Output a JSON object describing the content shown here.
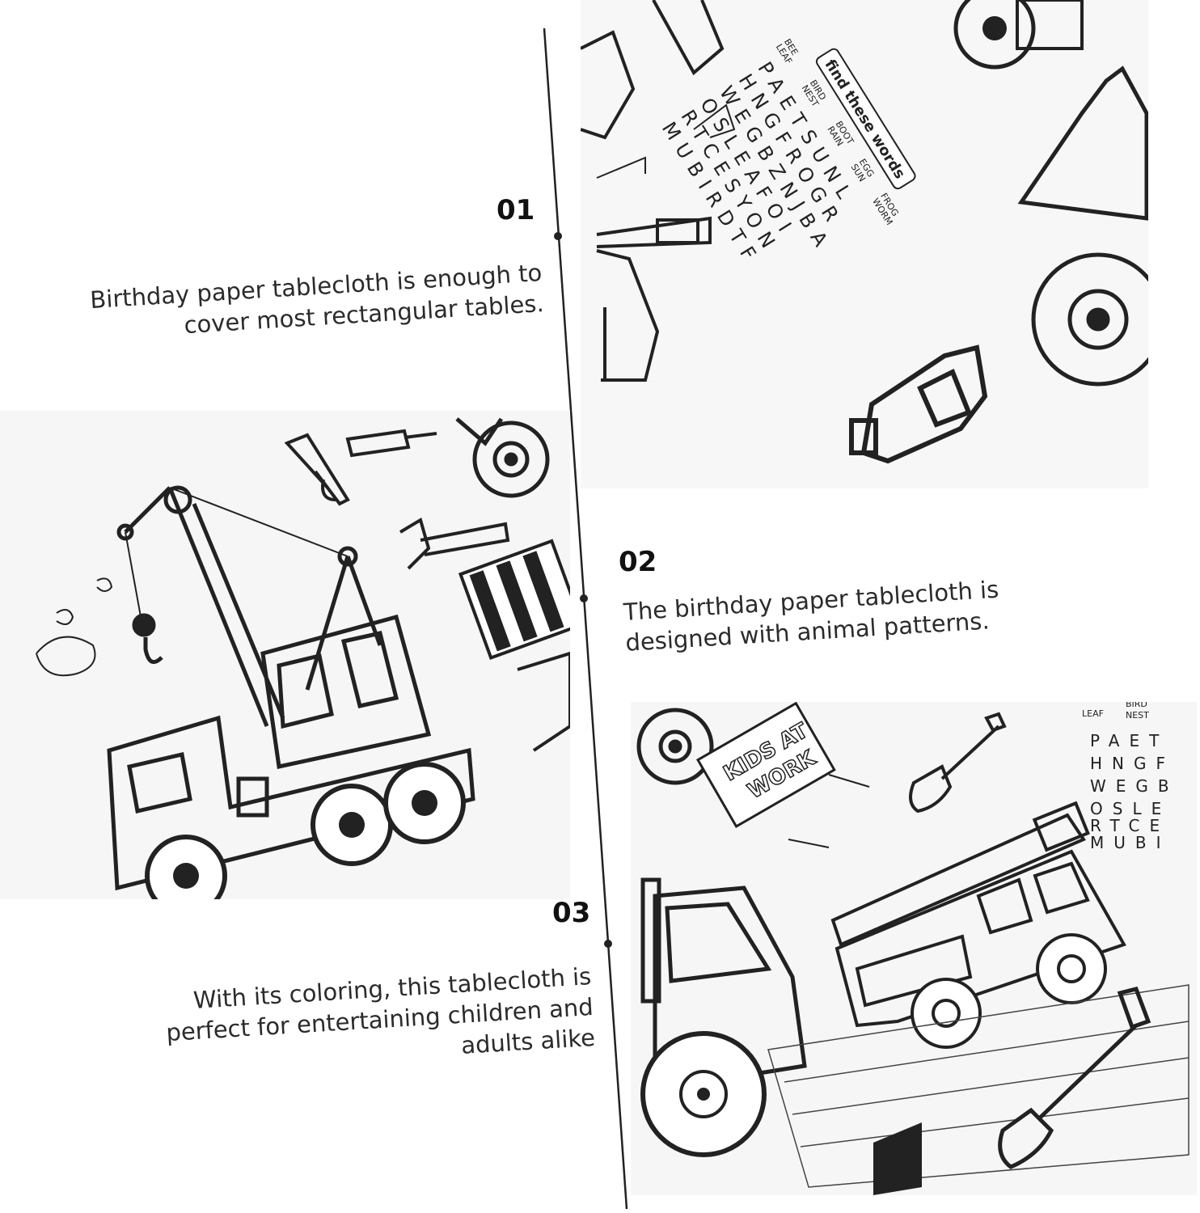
{
  "steps": [
    {
      "number": "01",
      "lines": [
        "Birthday paper tablecloth is enough to",
        "cover most rectangular tables."
      ]
    },
    {
      "number": "02",
      "lines": [
        "The birthday paper tablecloth is",
        "designed with animal patterns."
      ]
    },
    {
      "number": "03",
      "lines": [
        "With its coloring, this tablecloth is",
        "perfect for entertaining children and",
        "adults alike"
      ]
    }
  ],
  "photo_top": {
    "find_title": "find these words",
    "word_list": [
      "BEE",
      "LEAF",
      "BIRD",
      "NEST",
      "BOOT",
      "RAIN",
      "EGG",
      "SUN",
      "FROG",
      "WORM"
    ],
    "grid_rows": [
      "PAETSUNL",
      "HNGFROGR",
      "WEGBZNJBA",
      "OSLEAFOI",
      "RTCESYON",
      "MUBIRDTF"
    ]
  },
  "photo_bottom": {
    "sign_lines": [
      "KIDS AT",
      "WORK"
    ],
    "word_list": [
      "LEAF",
      "BIRD",
      "NEST"
    ],
    "grid_rows": [
      "PAET",
      "HNGF",
      "WEGB",
      "OSLE",
      "RTCE",
      "MUBI"
    ]
  },
  "colors": {
    "ink": "#222222",
    "paper": "#f6f6f6",
    "background": "#ffffff"
  }
}
